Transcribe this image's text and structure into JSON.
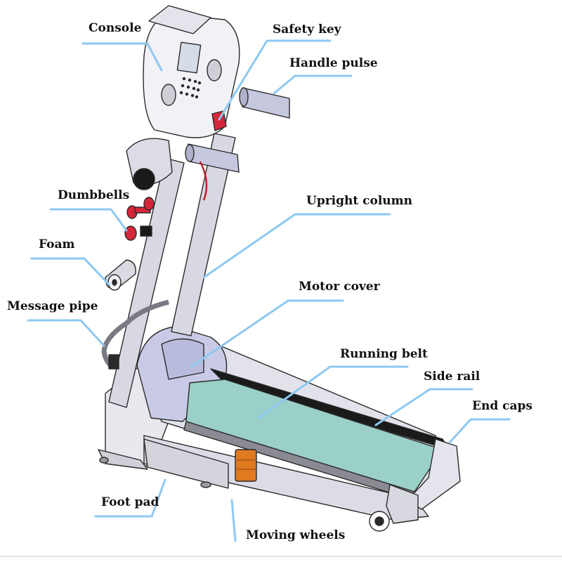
{
  "labels": {
    "console": "Console",
    "safety_key": "Safety key",
    "handle_pulse": "Handle pulse",
    "dumbbells": "Dumbbells",
    "foam": "Foam",
    "upright_column": "Upright column",
    "message_pipe": "Message pipe",
    "motor_cover": "Motor cover",
    "running_belt": "Running belt",
    "side_rail": "Side rail",
    "end_caps": "End caps",
    "foot_pad": "Foot pad",
    "moving_wheels": "Moving wheels"
  },
  "colors": {
    "leader_line": "#8ec8f2",
    "belt": "#9ad0c8",
    "frame": "#dcdce6",
    "outline": "#2a2a2a",
    "dumbbell": "#d6263a",
    "motor_block": "#e07a20",
    "rail_dark": "#1a1a1a"
  }
}
